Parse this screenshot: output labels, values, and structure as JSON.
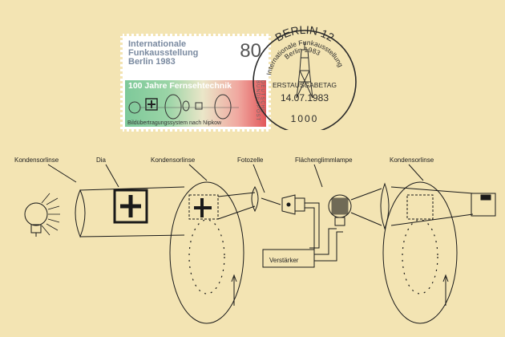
{
  "stamp": {
    "title_lines": [
      "Internationale",
      "Funkausstellung",
      "Berlin 1983"
    ],
    "value": "80",
    "subtitle": "100 Jahre Fernsehtechnik",
    "caption": "Bildübertragungssystem nach Nipkow",
    "country": "DEUTSCHE BUNDESPOST"
  },
  "postmark": {
    "city": "BERLIN 12",
    "event_line1": "Internationale Funkausstellung",
    "event_line2": "Berlin 1983",
    "day_label": "ERSTAUSGABETAG",
    "date": "14.07.1983",
    "postcode": "1000"
  },
  "diagram": {
    "labels": {
      "kondensorlinse_1": "Kondensorlinse",
      "dia": "Dia",
      "kondensorlinse_2": "Kondensorlinse",
      "fotozelle": "Fotozelle",
      "flaechenglimmlampe": "Flächenglimmlampe",
      "kondensorlinse_3": "Kondensorlinse",
      "verstaerker": "Verstärker"
    }
  }
}
